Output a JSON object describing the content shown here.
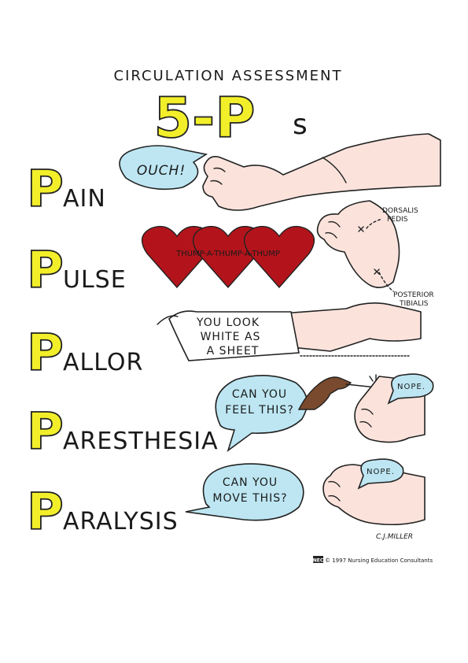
{
  "header": {
    "title": "CIRCULATION ASSESSMENT",
    "big": "5-P",
    "suffix": "s"
  },
  "items": [
    {
      "letter": "P",
      "word": "AIN"
    },
    {
      "letter": "P",
      "word": "ULSE"
    },
    {
      "letter": "P",
      "word": "ALLOR"
    },
    {
      "letter": "P",
      "word": "ARESTHESIA"
    },
    {
      "letter": "P",
      "word": "ARALYSIS"
    }
  ],
  "bubbles": {
    "ouch": "OUCH!",
    "feel_1": "CAN YOU",
    "feel_2": "FEEL THIS?",
    "move_1": "CAN YOU",
    "move_2": "MOVE THIS?",
    "nope_1": "NOPE.",
    "nope_2": "NOPE."
  },
  "pulse": {
    "sound": "THUMP-A-THUMP-A-THUMP"
  },
  "pulse_labels": {
    "dorsalis_1": "DORSALIS",
    "dorsalis_2": "PEDIS",
    "posterior_1": "POSTERIOR",
    "posterior_2": "TIBIALIS"
  },
  "pallor_sign": {
    "line1": "YOU LOOK",
    "line2": "WHITE AS",
    "line3": "A SHEET"
  },
  "credits": {
    "artist": "C.J.MILLER",
    "copyright": "© 1997 Nursing Education Consultants",
    "logo_text": "NEC"
  },
  "colors": {
    "letter_fill": "#f2ef2a",
    "bubble": "#bde6f2",
    "heart": "#b3141b",
    "skin": "#fbe3dc",
    "dark_skin": "#7a4a2e"
  }
}
